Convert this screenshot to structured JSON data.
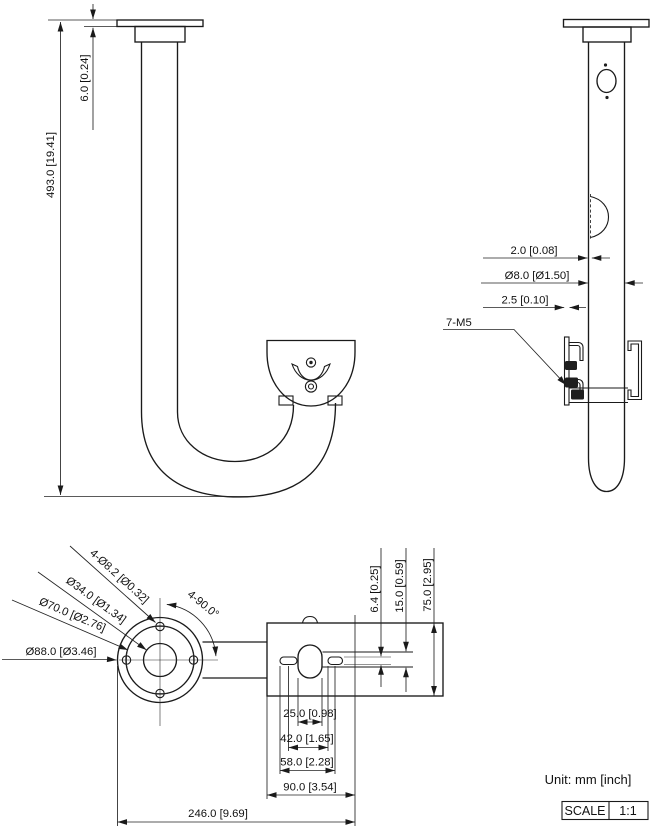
{
  "front_view": {
    "overall_height": "493.0 [19.41]",
    "plate_thickness": "6.0 [0.24]"
  },
  "side_view": {
    "wall_thickness": "2.0 [0.08]",
    "tube_diameter": "Ø8.0 [Ø1.50]",
    "clamp_plate_thickness": "2.5 [0.10]",
    "screw_callout": "7-M5"
  },
  "flange_view": {
    "mount_holes": "4-Ø8.2 [Ø0.32]",
    "inner_diameter": "Ø34.0 [Ø1.34]",
    "bolt_circle_diameter": "Ø70.0 [Ø2.76]",
    "outer_diameter": "Ø88.0 [Ø3.46]",
    "hole_angle": "4-90.0°"
  },
  "bottom_view": {
    "slot_height": "6.4 [0.25]",
    "slot_gap": "15.0 [0.59]",
    "plate_depth": "75.0 [2.95]",
    "oval_width": "25.0 [0.98]",
    "span_42": "42.0 [1.65]",
    "span_58": "58.0 [2.28]",
    "half_width": "90.0 [3.54]",
    "overall_length": "246.0 [9.69]"
  },
  "notes": {
    "units": "Unit: mm [inch]",
    "scale_label": "SCALE",
    "scale_value": "1:1"
  }
}
